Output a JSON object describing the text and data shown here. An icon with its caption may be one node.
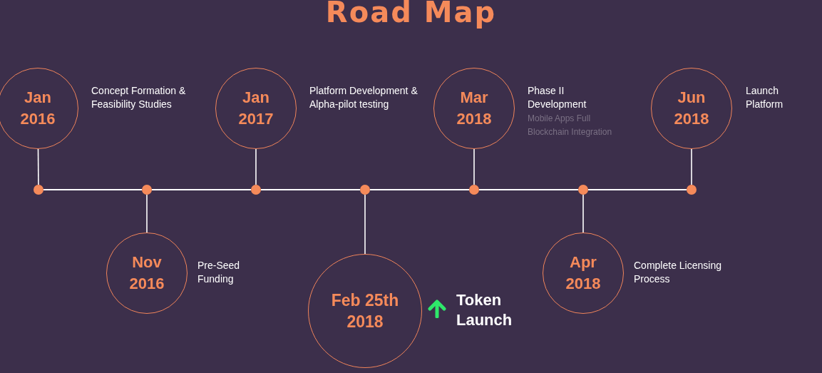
{
  "diagram": {
    "title": "Road Map",
    "nodes": [
      {
        "text": [
          "Jan 2016"
        ],
        "beside": [
          "Concept Formation & Feasibility Studies"
        ]
      },
      {
        "text": [
          "Nov 2016"
        ],
        "beside": [
          "Pre-Seed Funding"
        ]
      },
      {
        "text": [
          "Jan 2017"
        ],
        "beside": [
          "Platform Development & Alpha-pilot testing"
        ]
      },
      {
        "text": [
          "Feb 25th 2018"
        ],
        "beside": [
          "Token Launch"
        ]
      },
      {
        "text": [
          "Mar 2018"
        ],
        "beside": [
          "Phase II Development",
          "Mobile Apps Full Blockchain Integration"
        ]
      },
      {
        "text": [
          "Apr 2018"
        ],
        "beside": [
          "Complete Licensing Process"
        ]
      },
      {
        "text": [
          "Jun 2018"
        ],
        "beside": [
          "Launch Platform"
        ]
      },
      {
        "text": [],
        "shape": "circle"
      },
      {
        "text": [],
        "shape": "circle"
      },
      {
        "text": [],
        "shape": "circle"
      },
      {
        "text": [],
        "shape": "circle"
      },
      {
        "text": [],
        "shape": "circle"
      },
      {
        "text": [],
        "shape": "circle"
      },
      {
        "text": [],
        "shape": "circle"
      }
    ],
    "edges": [
      {
        "from": 0,
        "to": 7,
        "arrow": "none"
      },
      {
        "from": 1,
        "to": 8,
        "arrow": "none"
      },
      {
        "from": 2,
        "to": 9,
        "arrow": "none"
      },
      {
        "from": 3,
        "to": 10,
        "arrow": "none"
      },
      {
        "from": 4,
        "to": 11,
        "arrow": "none"
      },
      {
        "from": 5,
        "to": 12,
        "arrow": "none"
      },
      {
        "from": 6,
        "to": 13,
        "arrow": "none"
      },
      {
        "from": 7,
        "to": 8,
        "arrow": "none"
      },
      {
        "from": 8,
        "to": 9,
        "arrow": "none"
      },
      {
        "from": 9,
        "to": 10,
        "arrow": "none"
      },
      {
        "from": 10,
        "to": 11,
        "arrow": "none"
      },
      {
        "from": 11,
        "to": 12,
        "arrow": "none"
      },
      {
        "from": 12,
        "to": 13,
        "arrow": "none"
      }
    ]
  }
}
